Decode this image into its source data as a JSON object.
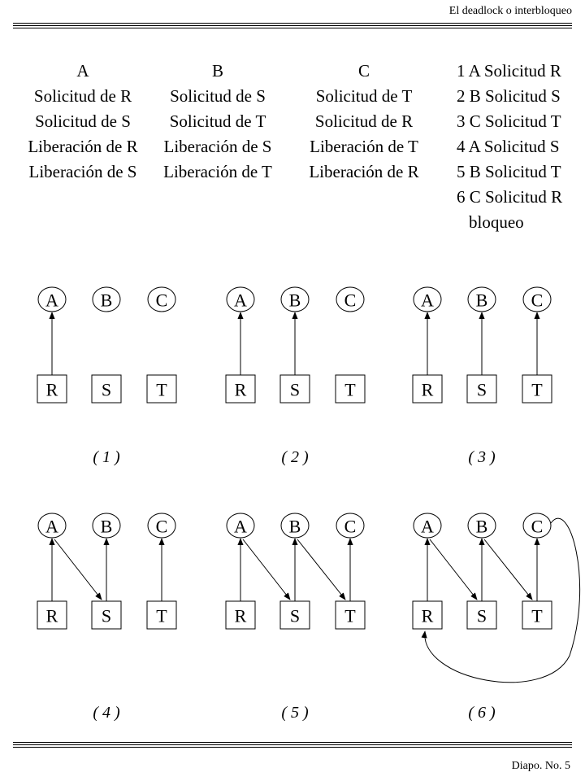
{
  "header": {
    "title": "El deadlock o interbloqueo"
  },
  "footer": {
    "page": "Diapo. No. 5"
  },
  "processes": [
    {
      "name": "A",
      "steps": [
        "Solicitud de R",
        "Solicitud de S",
        "Liberación de R",
        "Liberación de S"
      ]
    },
    {
      "name": "B",
      "steps": [
        "Solicitud de S",
        "Solicitud de T",
        "Liberación de S",
        "Liberación de T"
      ]
    },
    {
      "name": "C",
      "steps": [
        "Solicitud de T",
        "Solicitud de R",
        "Liberación de T",
        "Liberación de R"
      ]
    }
  ],
  "sequence": {
    "steps": [
      "1 A Solicitud R",
      "2 B Solicitud S",
      "3 C Solicitud T",
      "4 A Solicitud S",
      "5 B Solicitud T",
      "6 C Solicitud R"
    ],
    "result": "bloqueo"
  },
  "graphs": {
    "process_nodes": [
      "A",
      "B",
      "C"
    ],
    "resource_nodes": [
      "R",
      "S",
      "T"
    ],
    "panels": [
      {
        "caption": "( 1 )",
        "assignments": [
          [
            "R",
            "A"
          ]
        ],
        "requests": []
      },
      {
        "caption": "( 2 )",
        "assignments": [
          [
            "R",
            "A"
          ],
          [
            "S",
            "B"
          ]
        ],
        "requests": []
      },
      {
        "caption": "( 3 )",
        "assignments": [
          [
            "R",
            "A"
          ],
          [
            "S",
            "B"
          ],
          [
            "T",
            "C"
          ]
        ],
        "requests": []
      },
      {
        "caption": "( 4 )",
        "assignments": [
          [
            "R",
            "A"
          ],
          [
            "S",
            "B"
          ],
          [
            "T",
            "C"
          ]
        ],
        "requests": [
          [
            "A",
            "S"
          ]
        ]
      },
      {
        "caption": "( 5 )",
        "assignments": [
          [
            "R",
            "A"
          ],
          [
            "S",
            "B"
          ],
          [
            "T",
            "C"
          ]
        ],
        "requests": [
          [
            "A",
            "S"
          ],
          [
            "B",
            "T"
          ]
        ]
      },
      {
        "caption": "( 6 )",
        "assignments": [
          [
            "R",
            "A"
          ],
          [
            "S",
            "B"
          ],
          [
            "T",
            "C"
          ]
        ],
        "requests": [
          [
            "A",
            "S"
          ],
          [
            "B",
            "T"
          ],
          [
            "C",
            "R"
          ]
        ]
      }
    ]
  }
}
